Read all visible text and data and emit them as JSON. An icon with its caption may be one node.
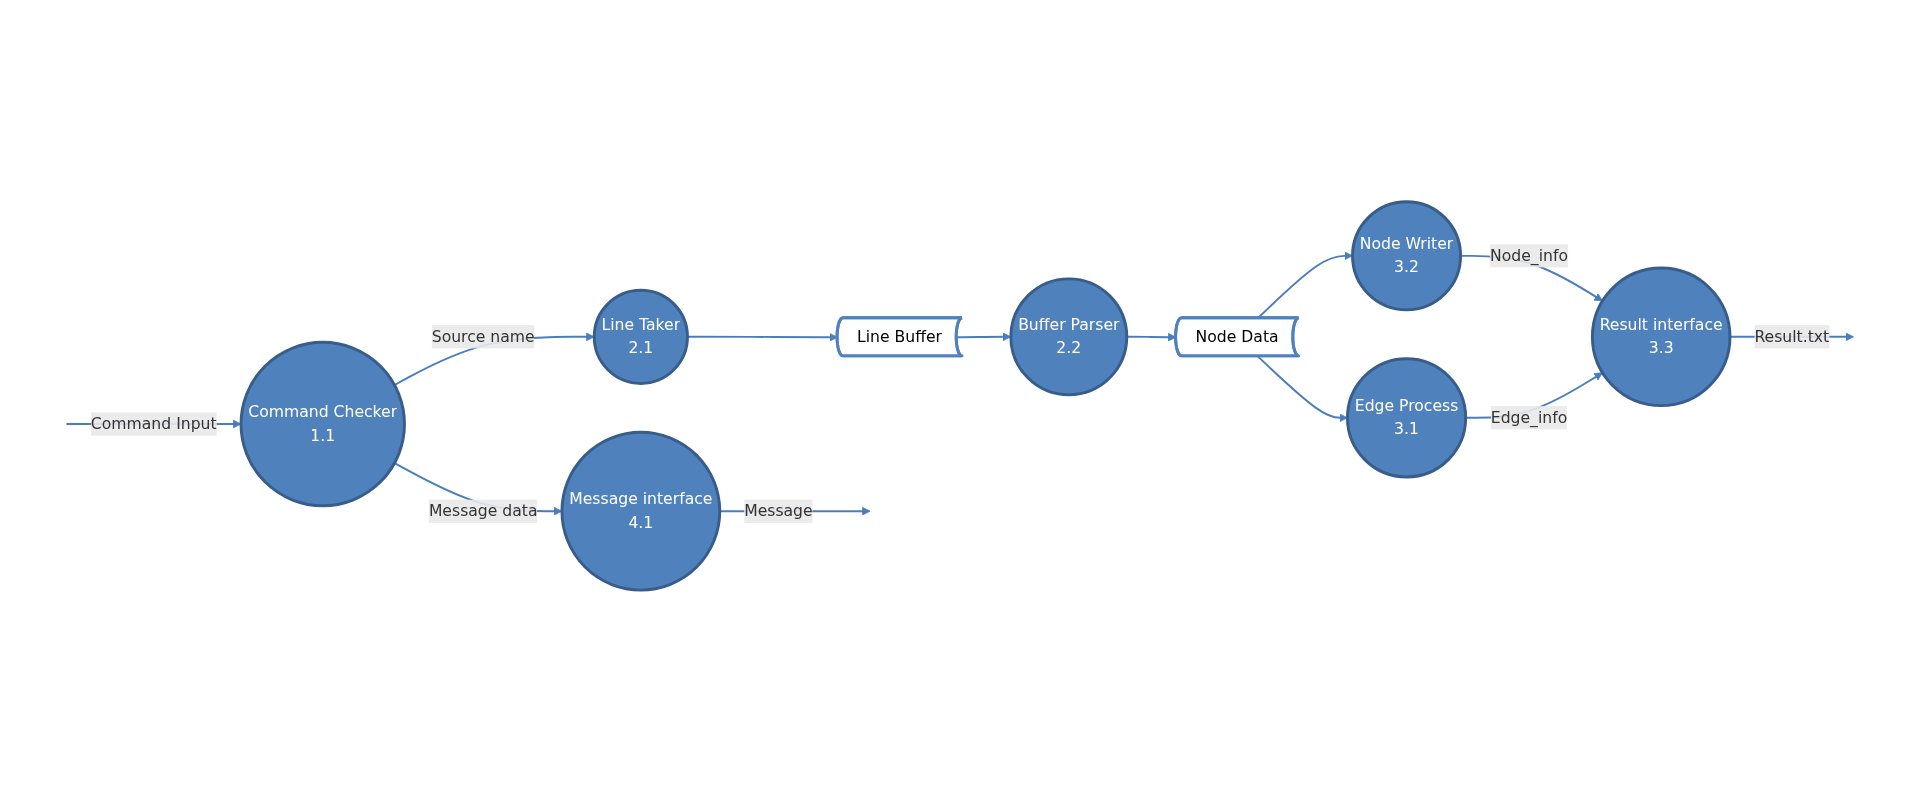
{
  "diagram": {
    "nodes": [
      {
        "text": [
          "Command Checker",
          "1.1"
        ]
      },
      {
        "text": [
          "Message interface",
          "4.1"
        ]
      },
      {
        "text": [
          "Line Taker",
          "2.1"
        ]
      },
      {
        "text": [
          "Line Buffer"
        ]
      },
      {
        "text": [
          "Buffer Parser",
          "2.2"
        ]
      },
      {
        "text": [
          "Node Data"
        ]
      },
      {
        "text": [
          "Node Writer",
          "3.2"
        ]
      },
      {
        "text": [
          "Edge Process",
          "3.1"
        ]
      },
      {
        "text": [
          "Result interface",
          "3.3"
        ]
      }
    ],
    "edges": [
      {
        "from": null,
        "to": 0,
        "arrow": "to",
        "label": "Command Input"
      },
      {
        "from": 0,
        "to": 1,
        "arrow": "to",
        "label": "Message data"
      },
      {
        "from": 1,
        "to": null,
        "arrow": "to",
        "label": "Message"
      },
      {
        "from": 0,
        "to": 2,
        "arrow": "to",
        "label": "Source name"
      },
      {
        "from": 2,
        "to": 3,
        "arrow": "to"
      },
      {
        "from": 3,
        "to": 4,
        "arrow": "to"
      },
      {
        "from": 4,
        "to": 5,
        "arrow": "to"
      },
      {
        "from": 5,
        "to": 6,
        "arrow": "to"
      },
      {
        "from": 5,
        "to": 7,
        "arrow": "to"
      },
      {
        "from": 6,
        "to": 8,
        "arrow": "to",
        "label": "Node_info"
      },
      {
        "from": 7,
        "to": 8,
        "arrow": "to",
        "label": "Edge_info"
      },
      {
        "from": 8,
        "to": null,
        "arrow": "to",
        "label": "Result.txt"
      }
    ]
  }
}
